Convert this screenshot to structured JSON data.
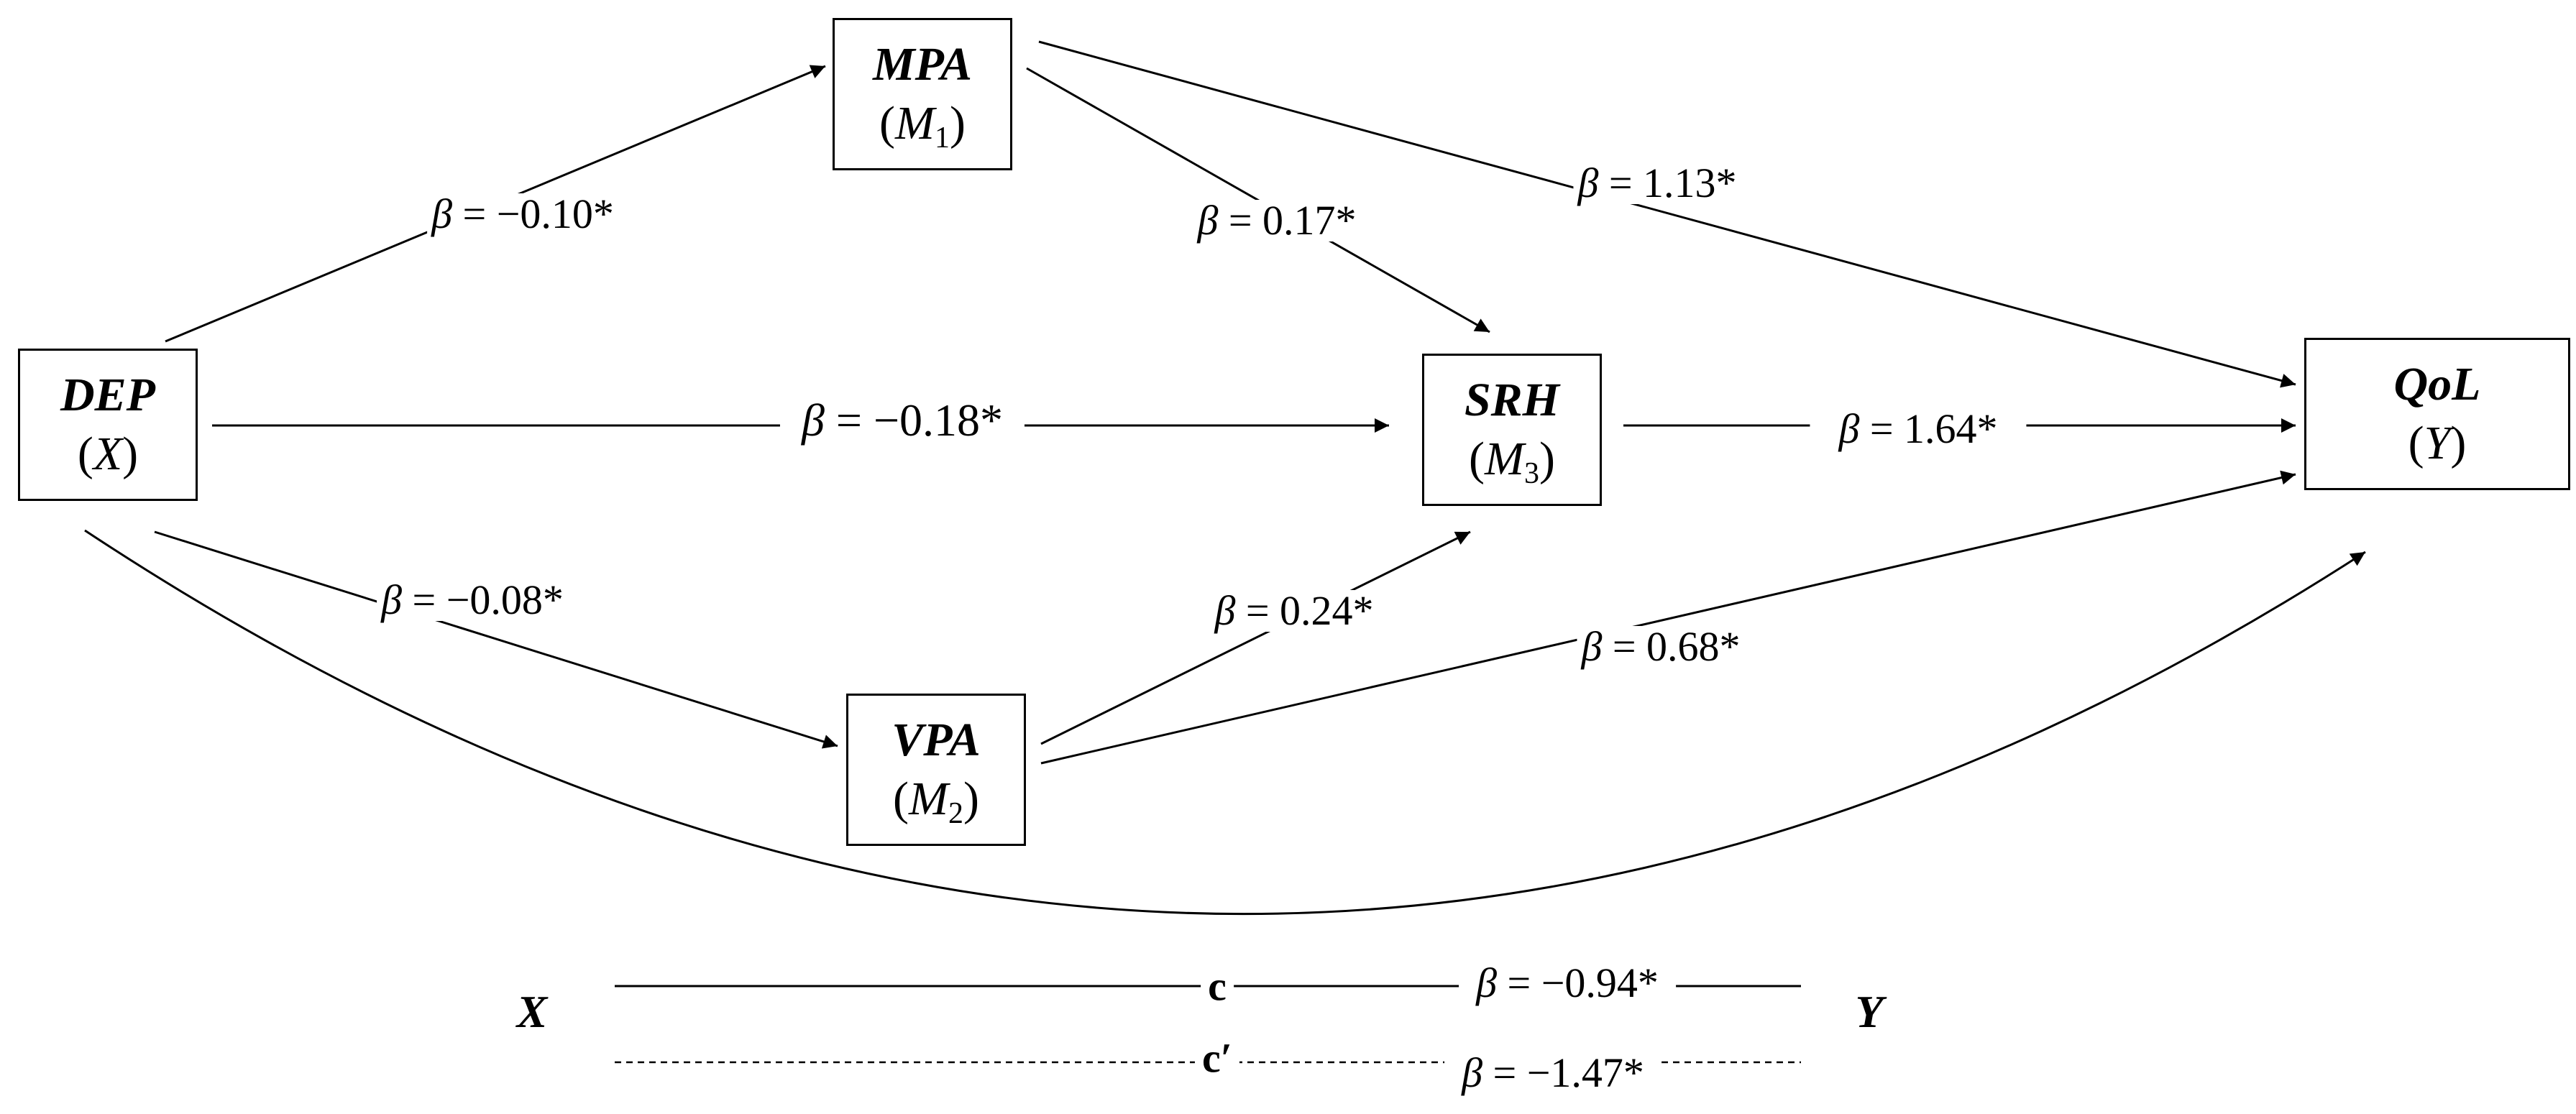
{
  "nodes": {
    "dep": {
      "name": "DEP",
      "role": "X"
    },
    "mpa": {
      "name": "MPA",
      "role": "M",
      "sub": "1"
    },
    "vpa": {
      "name": "VPA",
      "role": "M",
      "sub": "2"
    },
    "srh": {
      "name": "SRH",
      "role": "M",
      "sub": "3"
    },
    "qol": {
      "name": "QoL",
      "role": "Y"
    }
  },
  "paths": {
    "dep_mpa": {
      "beta": "β",
      "value": "= −0.10*"
    },
    "dep_vpa": {
      "beta": "β",
      "value": "= −0.08*"
    },
    "dep_srh": {
      "beta": "β",
      "value": "= −0.18*"
    },
    "mpa_srh": {
      "beta": "β",
      "value": "= 0.17*"
    },
    "vpa_srh": {
      "beta": "β",
      "value": "= 0.24*"
    },
    "mpa_qol": {
      "beta": "β",
      "value": "= 1.13*"
    },
    "vpa_qol": {
      "beta": "β",
      "value": "= 0.68*"
    },
    "srh_qol": {
      "beta": "β",
      "value": "= 1.64*"
    }
  },
  "legend": {
    "x": "X",
    "y": "Y",
    "total": {
      "label": "c",
      "beta": "β",
      "value": "= −0.94*"
    },
    "direct": {
      "label": "c′",
      "beta": "β",
      "value": "= −1.47*"
    }
  }
}
